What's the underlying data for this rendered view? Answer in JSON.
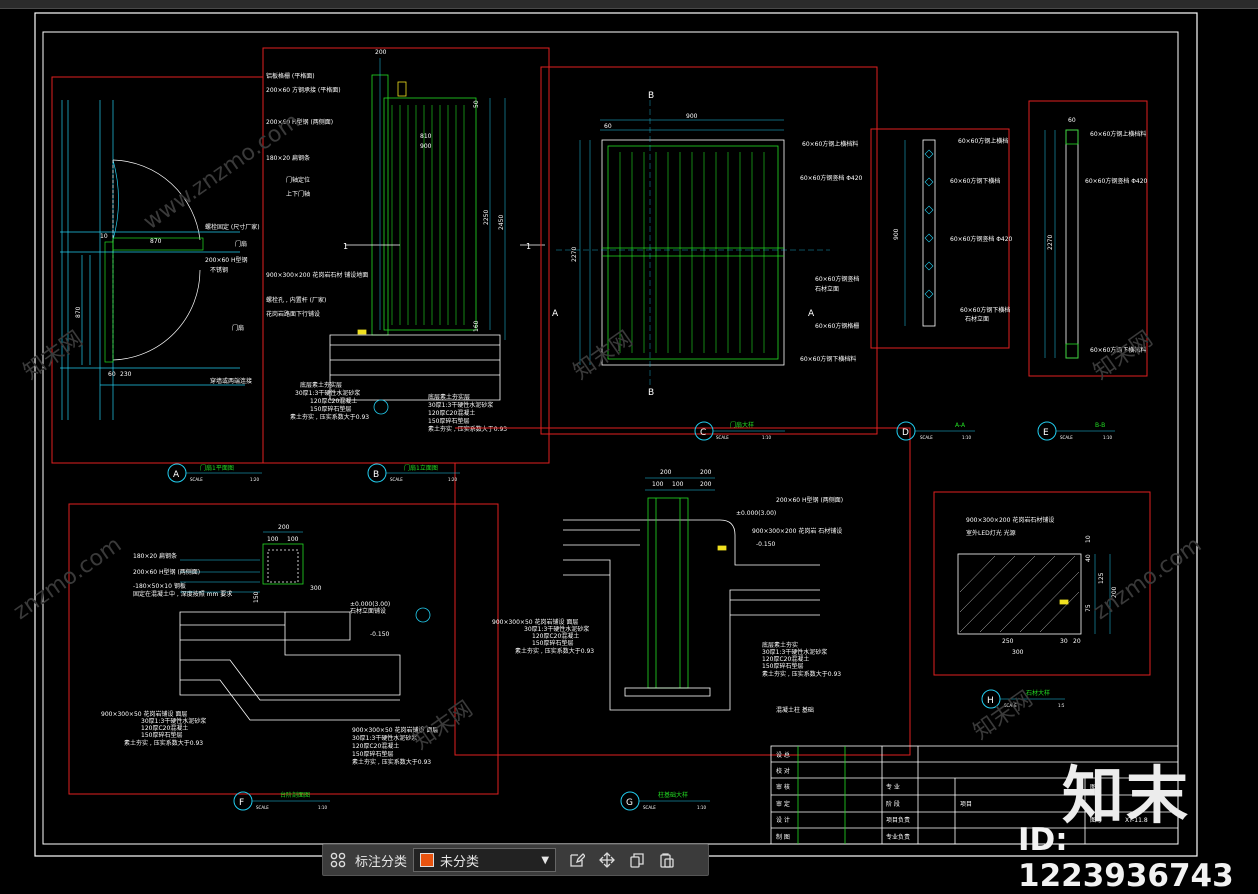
{
  "colors": {
    "background": "#000000",
    "frame": "#ffffff",
    "red_box": "#e02020",
    "green": "#22dd22",
    "cyan": "#22ccee",
    "yellow": "#f0e020",
    "text_white": "#ffffff"
  },
  "details": {
    "A": {
      "letter": "A",
      "title": "门扇1平面图",
      "scale_label": "SCALE",
      "scale": "1:20"
    },
    "B": {
      "letter": "B",
      "title": "门扇1立面图",
      "scale_label": "SCALE",
      "scale": "1:20"
    },
    "C": {
      "letter": "C",
      "title": "门扇大样",
      "scale_label": "SCALE",
      "scale": "1:10"
    },
    "D": {
      "letter": "D",
      "title": "A-A",
      "scale_label": "SCALE",
      "scale": "1:10"
    },
    "E": {
      "letter": "E",
      "title": "B-B",
      "scale_label": "SCALE",
      "scale": "1:10"
    },
    "F": {
      "letter": "F",
      "title": "台阶剖面图",
      "scale_label": "SCALE",
      "scale": "1:10"
    },
    "G": {
      "letter": "G",
      "title": "柱基础大样",
      "scale_label": "SCALE",
      "scale": "1:10"
    },
    "H": {
      "letter": "H",
      "title": "石材大样",
      "scale_label": "SCALE",
      "scale": "1:5"
    }
  },
  "dims": {
    "b_top": "200",
    "b_h1": "2250",
    "b_h2": "2450",
    "b_w1": "810",
    "b_w2": "900",
    "b_small": "50",
    "b_bot": "160",
    "c_width": "900",
    "c_h": "2270",
    "c_sub": "60",
    "d_h": "900",
    "e_top": "60",
    "e_h": "2270",
    "f_200": "200",
    "f_100a": "100",
    "f_100b": "100",
    "f_300": "300",
    "f_150": "150",
    "f_elev1": "±0.000(3.00)",
    "f_elev2": "-0.150",
    "g_200a": "200",
    "g_200b": "200",
    "g_100a": "100",
    "g_100b": "100",
    "g_200c": "200",
    "g_elev1": "±0.000(3.00)",
    "g_elev2": "-0.150",
    "h_250": "250",
    "h_30": "30",
    "h_20": "20",
    "h_300": "300",
    "h_125": "125",
    "h_200": "200",
    "h_10": "10",
    "h_40": "40",
    "h_75": "75",
    "a_870a": "870",
    "a_870b": "870",
    "a_230": "230",
    "a_10": "10",
    "a_60": "60"
  },
  "notes": {
    "a": [
      "螺栓固定 (尺寸厂家)",
      "门扇",
      "200×60 H型钢",
      "不锈钢",
      "门扇",
      "穿墙或两端连接"
    ],
    "b": [
      "铝板格栅 (平格面)",
      "200×60 方钢承接 (平格面)",
      "200×60 H型钢 (两侧面)",
      "180×20 扁钢条",
      "门轴定位",
      "上下门轴",
      "900×300×200 花岗岩石材 铺设地面",
      "螺栓孔 , 内置杆 (厂家)",
      "花岗岩路面下行铺设"
    ],
    "b_bottom": [
      "底层素土夯实层",
      "30厚1:3干硬性水泥砂浆",
      "120厚C20混凝土",
      "150厚碎石垫层",
      "素土夯实 , 压实系数大于0.93"
    ],
    "c": [
      "60×60方钢上横档料",
      "60×60方钢竖档 Φ420",
      "60×60方钢竖档",
      "石材立面",
      "60×60方钢格栅",
      "60×60方钢下横档料"
    ],
    "d": [
      "60×60方钢上横档",
      "60×60方钢下横档",
      "60×60方钢竖档 Φ420",
      "60×60方钢下横档",
      "石材立面"
    ],
    "e": [
      "60×60方钢上横档料",
      "60×60方钢竖档 Φ420",
      "60×60方钢下横档料"
    ],
    "f": [
      "180×20 扁钢条",
      "200×60 H型钢 (两侧面)",
      "-180×50×10 钢板",
      "固定在混凝土中 , 深度按照 mm 要求",
      "石材立面铺设"
    ],
    "f_bottom": [
      "900×300×50 花岗岩铺设 面层",
      "30厚1:3干硬性水泥砂浆",
      "120厚C20混凝土",
      "150厚碎石垫层",
      "素土夯实 , 压实系数大于0.93"
    ],
    "g_top": [
      "200×60 H型钢 (两侧面)",
      "900×300×200 花岗岩 石材铺设"
    ],
    "g_left": [
      "900×300×50 花岗岩铺设 面层",
      "30厚1:3干硬性水泥砂浆",
      "120厚C20混凝土",
      "150厚碎石垫层",
      "素土夯实 , 压实系数大于0.93"
    ],
    "g_right": [
      "底层素土夯实",
      "30厚1:3干硬性水泥砂浆",
      "120厚C20混凝土",
      "150厚碎石垫层",
      "素土夯实 , 压实系数大于0.93",
      "混凝土柱 基础"
    ],
    "h": [
      "900×300×200 花岗岩石材铺设",
      "室外LED灯光 光源"
    ]
  },
  "section_marks": {
    "b_1a": "1",
    "b_1b": "1",
    "c_A": "A",
    "c_A2": "A",
    "c_B1": "B",
    "c_B2": "B"
  },
  "title_block": {
    "rows": [
      "设 总",
      "校 对",
      "审 核",
      "审 定",
      "设 计",
      "制 图"
    ],
    "mid": [
      "专 业",
      "阶 段",
      "项目负责",
      "专业负责"
    ],
    "project_label": "项目",
    "drawing_name_label": "图名",
    "drawing_no_label": "图号",
    "drawing_no": "XT-11.8"
  },
  "toolbar": {
    "category_label": "标注分类",
    "category_value": "未分类",
    "category_color": "#e8530f",
    "icons": [
      "grid-icon",
      "edit-icon",
      "move-icon",
      "copy-icon",
      "paste-icon"
    ]
  },
  "watermark": {
    "brand": "知末",
    "id_text": "ID: 1223936743",
    "url_text": "www.znzmo.com",
    "url_text_2": "znzmo.com",
    "cn_text": "知末网"
  }
}
